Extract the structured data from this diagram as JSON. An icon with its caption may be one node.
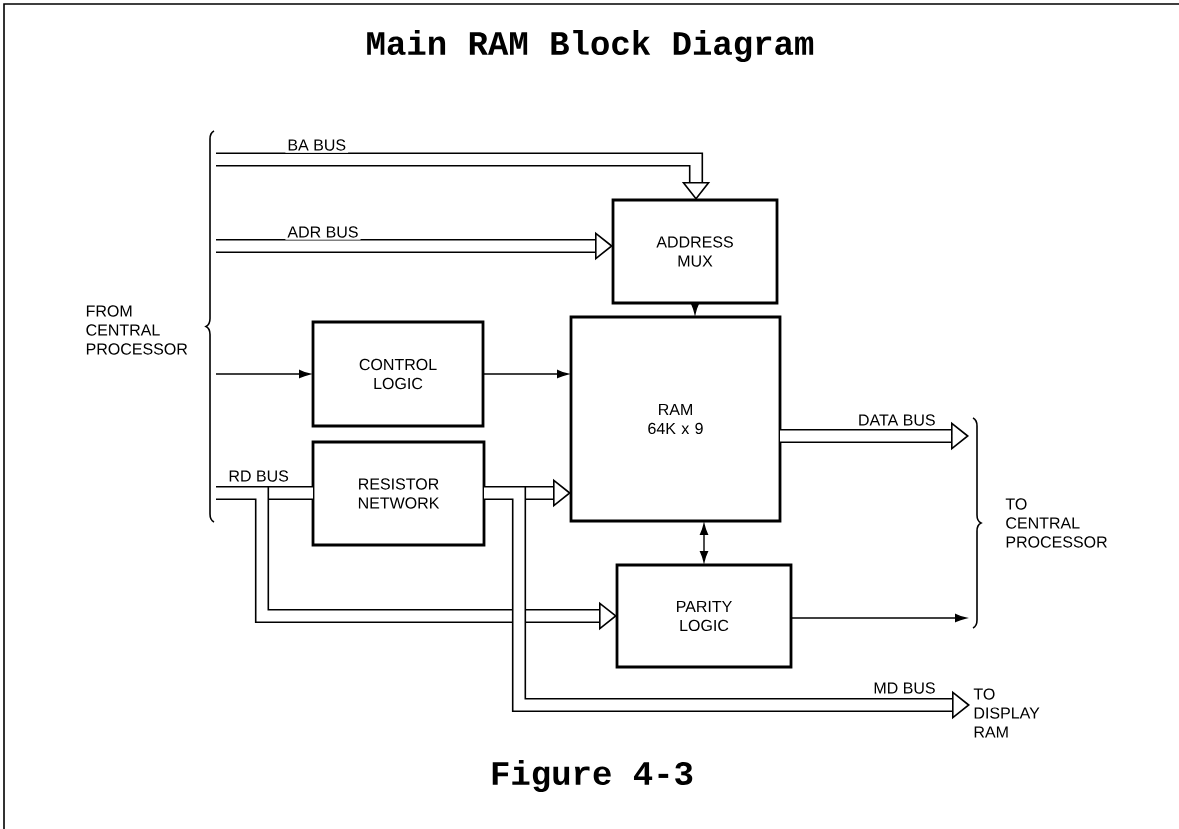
{
  "diagram": {
    "title": "Main RAM Block Diagram",
    "caption": "Figure 4-3",
    "nodes": [
      {
        "text": [
          "FROM CENTRAL PROCESSOR"
        ]
      },
      {
        "text": [
          "ADDRESS MUX"
        ]
      },
      {
        "text": [
          "CONTROL LOGIC"
        ]
      },
      {
        "text": [
          "RAM",
          "64K x 9"
        ]
      },
      {
        "text": [
          "RESISTOR NETWORK"
        ]
      },
      {
        "text": [
          "PARITY LOGIC"
        ]
      },
      {
        "text": [
          "TO CENTRAL PROCESSOR"
        ]
      },
      {
        "text": [
          "TO DISPLAY RAM"
        ]
      }
    ],
    "edges": [
      {
        "from": 0,
        "to": 1,
        "arrow": "to",
        "label": "BA BUS"
      },
      {
        "from": 0,
        "to": 1,
        "arrow": "to",
        "label": "ADR BUS"
      },
      {
        "from": 0,
        "to": 2,
        "arrow": "to"
      },
      {
        "from": 2,
        "to": 3,
        "arrow": "to"
      },
      {
        "from": 1,
        "to": 3,
        "arrow": "to"
      },
      {
        "from": 0,
        "to": 4,
        "arrow": "none",
        "label": "RD BUS"
      },
      {
        "from": 0,
        "to": 5,
        "arrow": "to"
      },
      {
        "from": 4,
        "to": 3,
        "arrow": "to"
      },
      {
        "from": 4,
        "to": 7,
        "arrow": "to",
        "label": "MD BUS"
      },
      {
        "from": 3,
        "to": 6,
        "arrow": "to",
        "label": "DATA BUS"
      },
      {
        "from": 3,
        "to": 5,
        "arrow": "both"
      },
      {
        "from": 5,
        "to": 6,
        "arrow": "to"
      }
    ]
  }
}
